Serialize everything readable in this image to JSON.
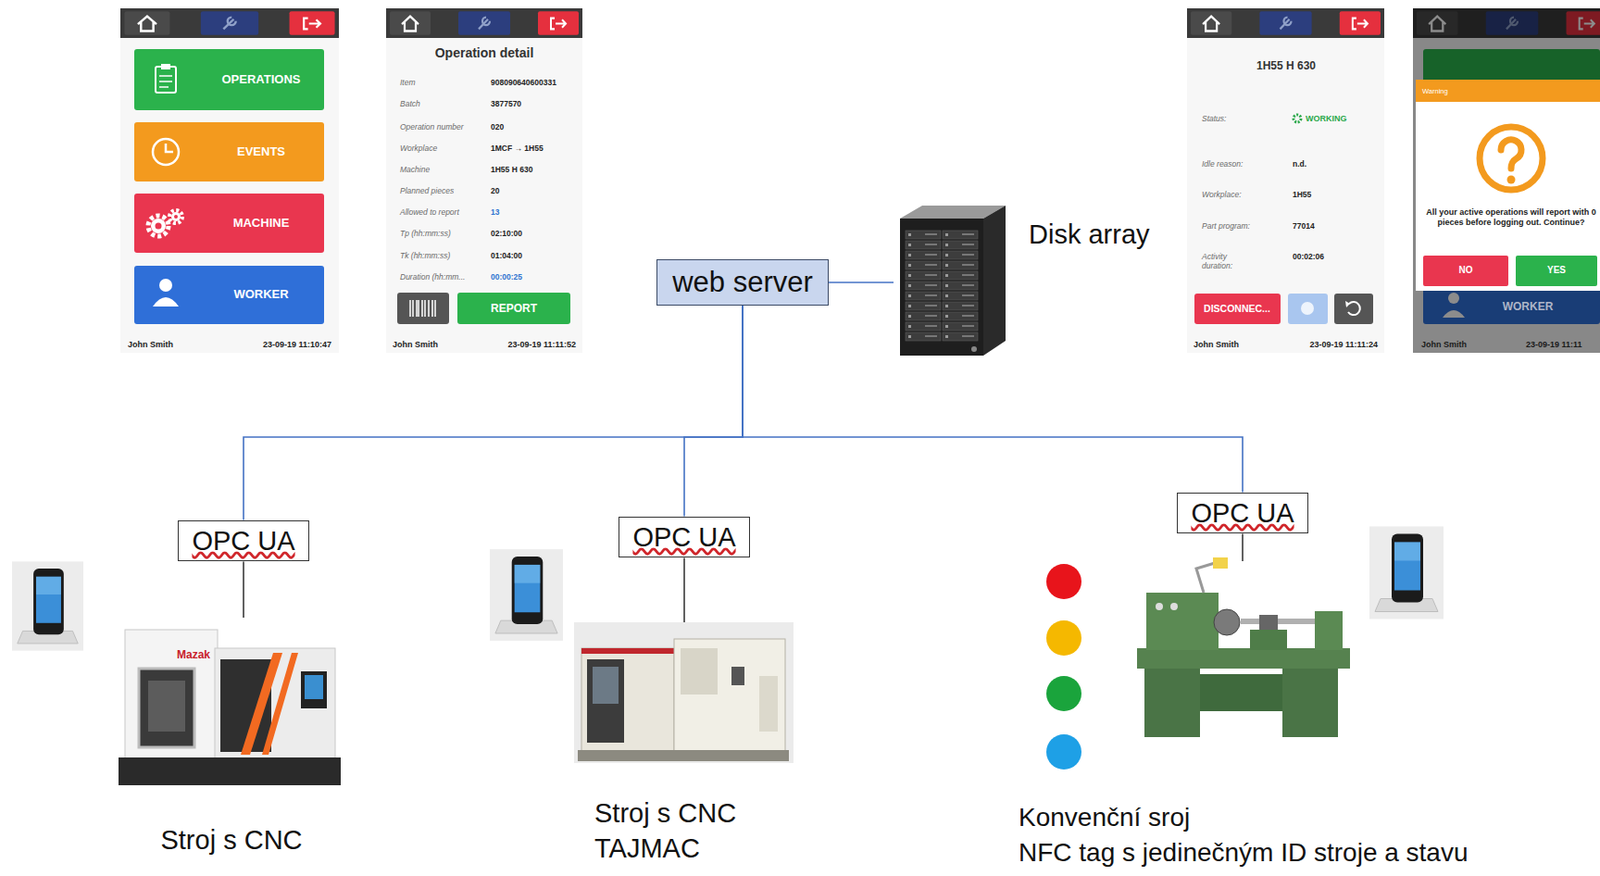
{
  "diagram": {
    "nodes": [
      {
        "text": [
          "web server"
        ]
      },
      {
        "text": [
          "Disk array"
        ]
      },
      {
        "text": [
          "OPC UA"
        ]
      },
      {
        "text": [
          "OPC UA"
        ]
      },
      {
        "text": [
          "OPC UA"
        ]
      },
      {
        "text": [
          "Stroj s CNC"
        ]
      },
      {
        "text": [
          "Stroj s CNC TAJMAC"
        ]
      },
      {
        "text": [
          "Konvenční sroj",
          "NFC tag s jedinečným ID stroje a stavu"
        ]
      }
    ],
    "edges": [
      {
        "from": 0,
        "to": 1,
        "arrow": "none"
      },
      {
        "from": 0,
        "to": 2,
        "arrow": "none"
      },
      {
        "from": 0,
        "to": 3,
        "arrow": "none"
      },
      {
        "from": 0,
        "to": 4,
        "arrow": "none"
      },
      {
        "from": 2,
        "to": 5,
        "arrow": "none"
      },
      {
        "from": 3,
        "to": 6,
        "arrow": "none"
      },
      {
        "from": 4,
        "to": 7,
        "arrow": "none"
      }
    ],
    "labels": [
      "OPERATIONS",
      "EVENTS",
      "MACHINE",
      "WORKER",
      "John Smith",
      "23-09-19 11:10:47",
      "Operation detail",
      "Item",
      "908090640600331",
      "Batch",
      "3877570",
      "Operation number",
      "020",
      "Workplace",
      "1MCF → 1H55",
      "Machine",
      "1H55 H 630",
      "Planned pieces",
      "20",
      "Allowed to report",
      "13",
      "Tp (hh:mm:ss)",
      "02:10:00",
      "Tk (hh:mm:ss)",
      "01:04:00",
      "Duration (hh:mm...",
      "00:00:25",
      "REPORT",
      "John Smith",
      "23-09-19 11:11:52",
      "1H55 H 630",
      "Status:",
      "WORKING",
      "Idle reason:",
      "n.d.",
      "Workplace:",
      "1H55",
      "Part program:",
      "77014",
      "Activity duration:",
      "00:02:06",
      "DISCONNEC...",
      "John Smith",
      "23-09-19 11:11:24",
      "Warning",
      "All your active operations will report with 0 pieces before logging out. Continue?",
      "NO",
      "YES",
      "WORKER",
      "John Smith",
      "23-09-19 11:11",
      "Mazak"
    ]
  }
}
